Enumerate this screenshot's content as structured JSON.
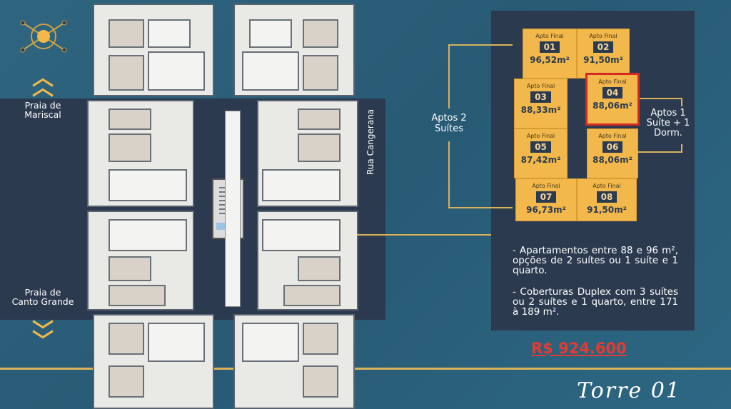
{
  "left": {
    "north_label": "Praia de Mariscal",
    "south_label": "Praia de Canto Grande",
    "compass_icon": "ship-wheel-icon",
    "up_icon": "chevron-up-icon",
    "down_icon": "chevron-down-icon"
  },
  "street_label": "Rua Cangerana",
  "units": [
    {
      "title": "Apto Final",
      "number": "01",
      "area": "96,52m²"
    },
    {
      "title": "Apto Final",
      "number": "02",
      "area": "91,50m²"
    },
    {
      "title": "Apto Final",
      "number": "03",
      "area": "88,33m²"
    },
    {
      "title": "Apto Final",
      "number": "04",
      "area": "88,06m²",
      "selected": true
    },
    {
      "title": "Apto Final",
      "number": "05",
      "area": "87,42m²"
    },
    {
      "title": "Apto Final",
      "number": "06",
      "area": "88,06m²"
    },
    {
      "title": "Apto Final",
      "number": "07",
      "area": "96,73m²"
    },
    {
      "title": "Apto Final",
      "number": "08",
      "area": "91,50m²"
    }
  ],
  "groups": {
    "two_suites": "Aptos 2 Suítes",
    "one_suite": "Aptos 1 Suíte + 1 Dorm."
  },
  "description": [
    "- Apartamentos entre 88 e 96 m², opções de 2 suítes ou 1 suíte e 1 quarto.",
    "- Coberturas Duplex com 3 suítes ou 2 suítes e 1 quarto, entre 171 à 189 m²."
  ],
  "price": "R$ 924.600",
  "tower": "Torre 01",
  "colors": {
    "gold": "#f2b84b",
    "navy": "#2c3a4f",
    "price": "#e53b2f",
    "highlight": "#d42a23"
  }
}
